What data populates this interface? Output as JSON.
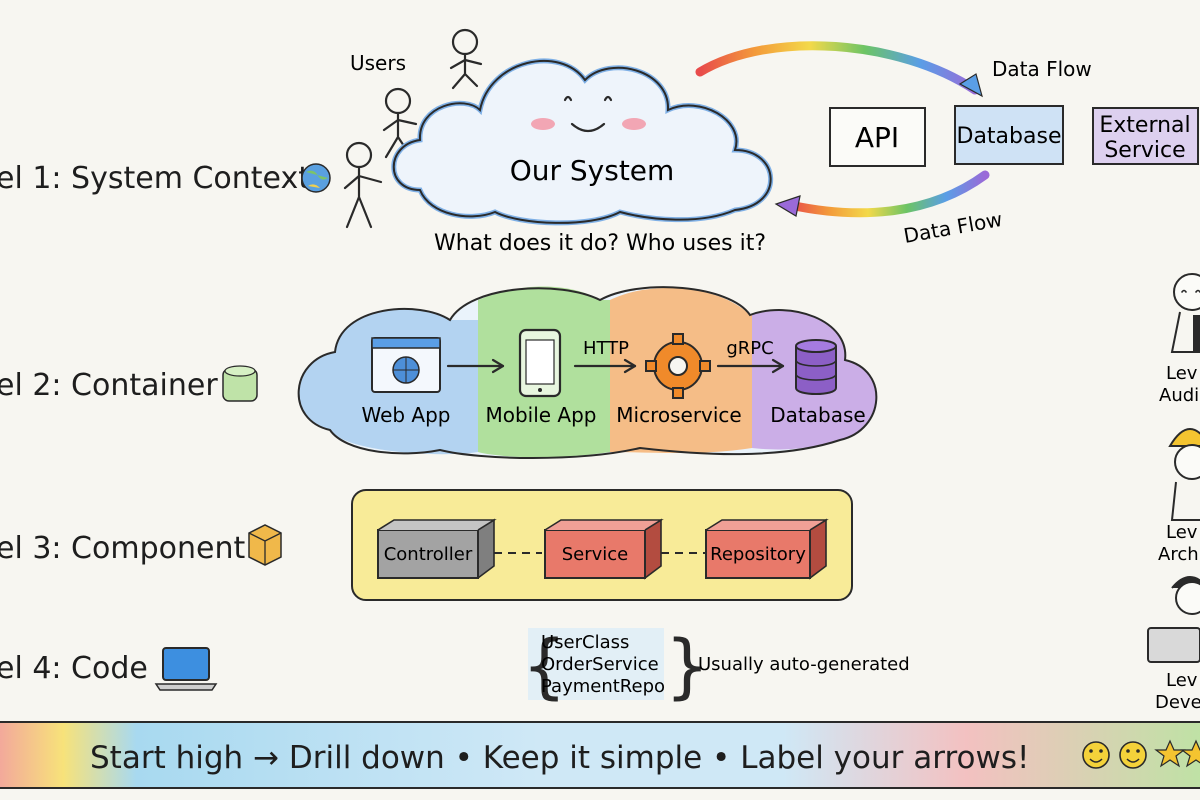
{
  "levels": [
    {
      "label": "el 1: System Context"
    },
    {
      "label": "el 2: Container"
    },
    {
      "label": "el 3: Component"
    },
    {
      "label": "el 4: Code"
    }
  ],
  "level1": {
    "users_label": "Users",
    "system_label": "Our System",
    "question": "What does it do? Who uses it?",
    "data_flow_top": "Data Flow",
    "data_flow_bottom": "Data Flow",
    "boxes": [
      "API",
      "Database",
      "External",
      "Service"
    ]
  },
  "level2": {
    "containers": [
      "Web App",
      "Mobile App",
      "Microservice",
      "Database"
    ],
    "arrow_http": "HTTP",
    "arrow_grpc": "gRPC"
  },
  "level3": {
    "components": [
      "Controller",
      "Service",
      "Repository"
    ]
  },
  "level4": {
    "classes": [
      "UserClass",
      "OrderService",
      "PaymentRepo"
    ],
    "note": "Usually auto-generated"
  },
  "audience": {
    "labels": [
      "Lev",
      "Audi",
      "Lev",
      "Arch",
      "Lev",
      "Deve"
    ]
  },
  "banner": {
    "text": "Start high → Drill down • Keep it simple • Label your arrows!"
  },
  "colors": {
    "cloud_blue": "#9fc3ea",
    "green": "#8fd07a",
    "orange": "#f5a55a",
    "purple": "#b58ad8",
    "yellow": "#f7e27a",
    "red_box": "#e8796a",
    "grey_box": "#9a9a9a"
  }
}
